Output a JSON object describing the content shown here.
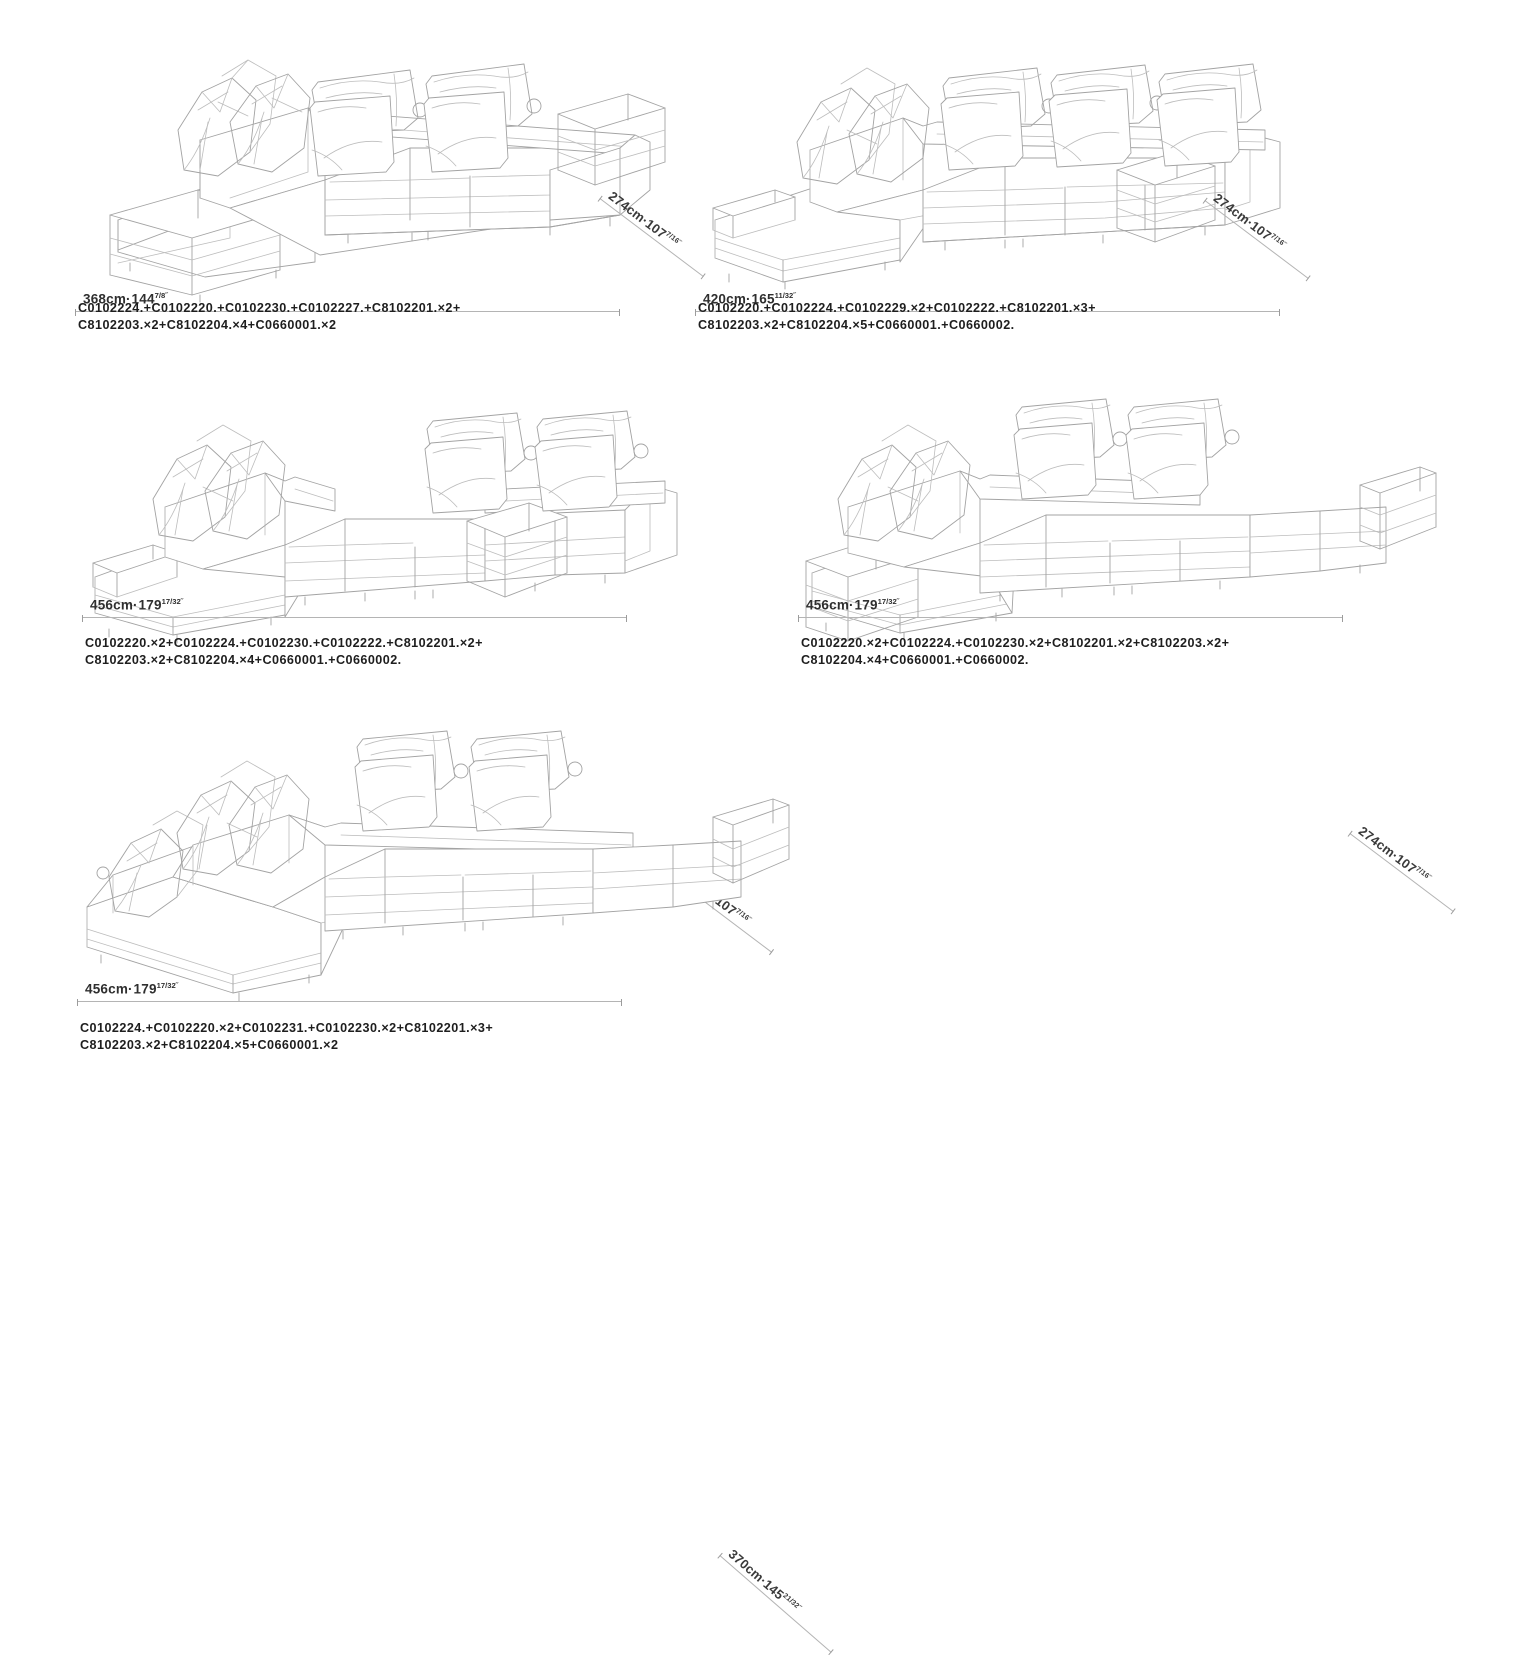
{
  "page": {
    "type": "furniture-configuration-spec-sheet",
    "background": "#ffffff",
    "line_color": "#a3a3a3",
    "text_color": "#1e1e1e"
  },
  "configurations": [
    {
      "id": "config-1",
      "width_label": "368cm",
      "width_sep": "·",
      "width_inches": "144",
      "width_fraction": "7/8˝",
      "depth_label": "274cm",
      "depth_sep": "·",
      "depth_inches": "107",
      "depth_fraction": "7/16˝",
      "codes_line1": "C0102224.+C0102220.+C0102230.+C0102227.+C8102201.×2+",
      "codes_line2": "C8102203.×2+C8102204.×4+C0660001.×2"
    },
    {
      "id": "config-2",
      "width_label": "420cm",
      "width_sep": "·",
      "width_inches": "165",
      "width_fraction": "11/32˝",
      "depth_label": "274cm",
      "depth_sep": "·",
      "depth_inches": "107",
      "depth_fraction": "7/16˝",
      "codes_line1": "C0102220.+C0102224.+C0102229.×2+C0102222.+C8102201.×3+",
      "codes_line2": "C8102203.×2+C8102204.×5+C0660001.+C0660002."
    },
    {
      "id": "config-3",
      "width_label": "456cm",
      "width_sep": "·",
      "width_inches": "179",
      "width_fraction": "17/32˝",
      "depth_label": "274cm",
      "depth_sep": "·",
      "depth_inches": "107",
      "depth_fraction": "7/16˝",
      "codes_line1": "C0102220.×2+C0102224.+C0102230.+C0102222.+C8102201.×2+",
      "codes_line2": "C8102203.×2+C8102204.×4+C0660001.+C0660002."
    },
    {
      "id": "config-4",
      "width_label": "456cm",
      "width_sep": "·",
      "width_inches": "179",
      "width_fraction": "17/32˝",
      "depth_label": "274cm",
      "depth_sep": "·",
      "depth_inches": "107",
      "depth_fraction": "7/16˝",
      "codes_line1": "C0102220.×2+C0102224.+C0102230.×2+C8102201.×2+C8102203.×2+",
      "codes_line2": "C8102204.×4+C0660001.+C0660002."
    },
    {
      "id": "config-5",
      "width_label": "456cm",
      "width_sep": "·",
      "width_inches": "179",
      "width_fraction": "17/32˝",
      "depth_label": "370cm",
      "depth_sep": "·",
      "depth_inches": "145",
      "depth_fraction": "21/32˝",
      "codes_line1": "C0102224.+C0102220.×2+C0102231.+C0102230.×2+C8102201.×3+",
      "codes_line2": "C8102203.×2+C8102204.×5+C0660001.×2"
    }
  ]
}
